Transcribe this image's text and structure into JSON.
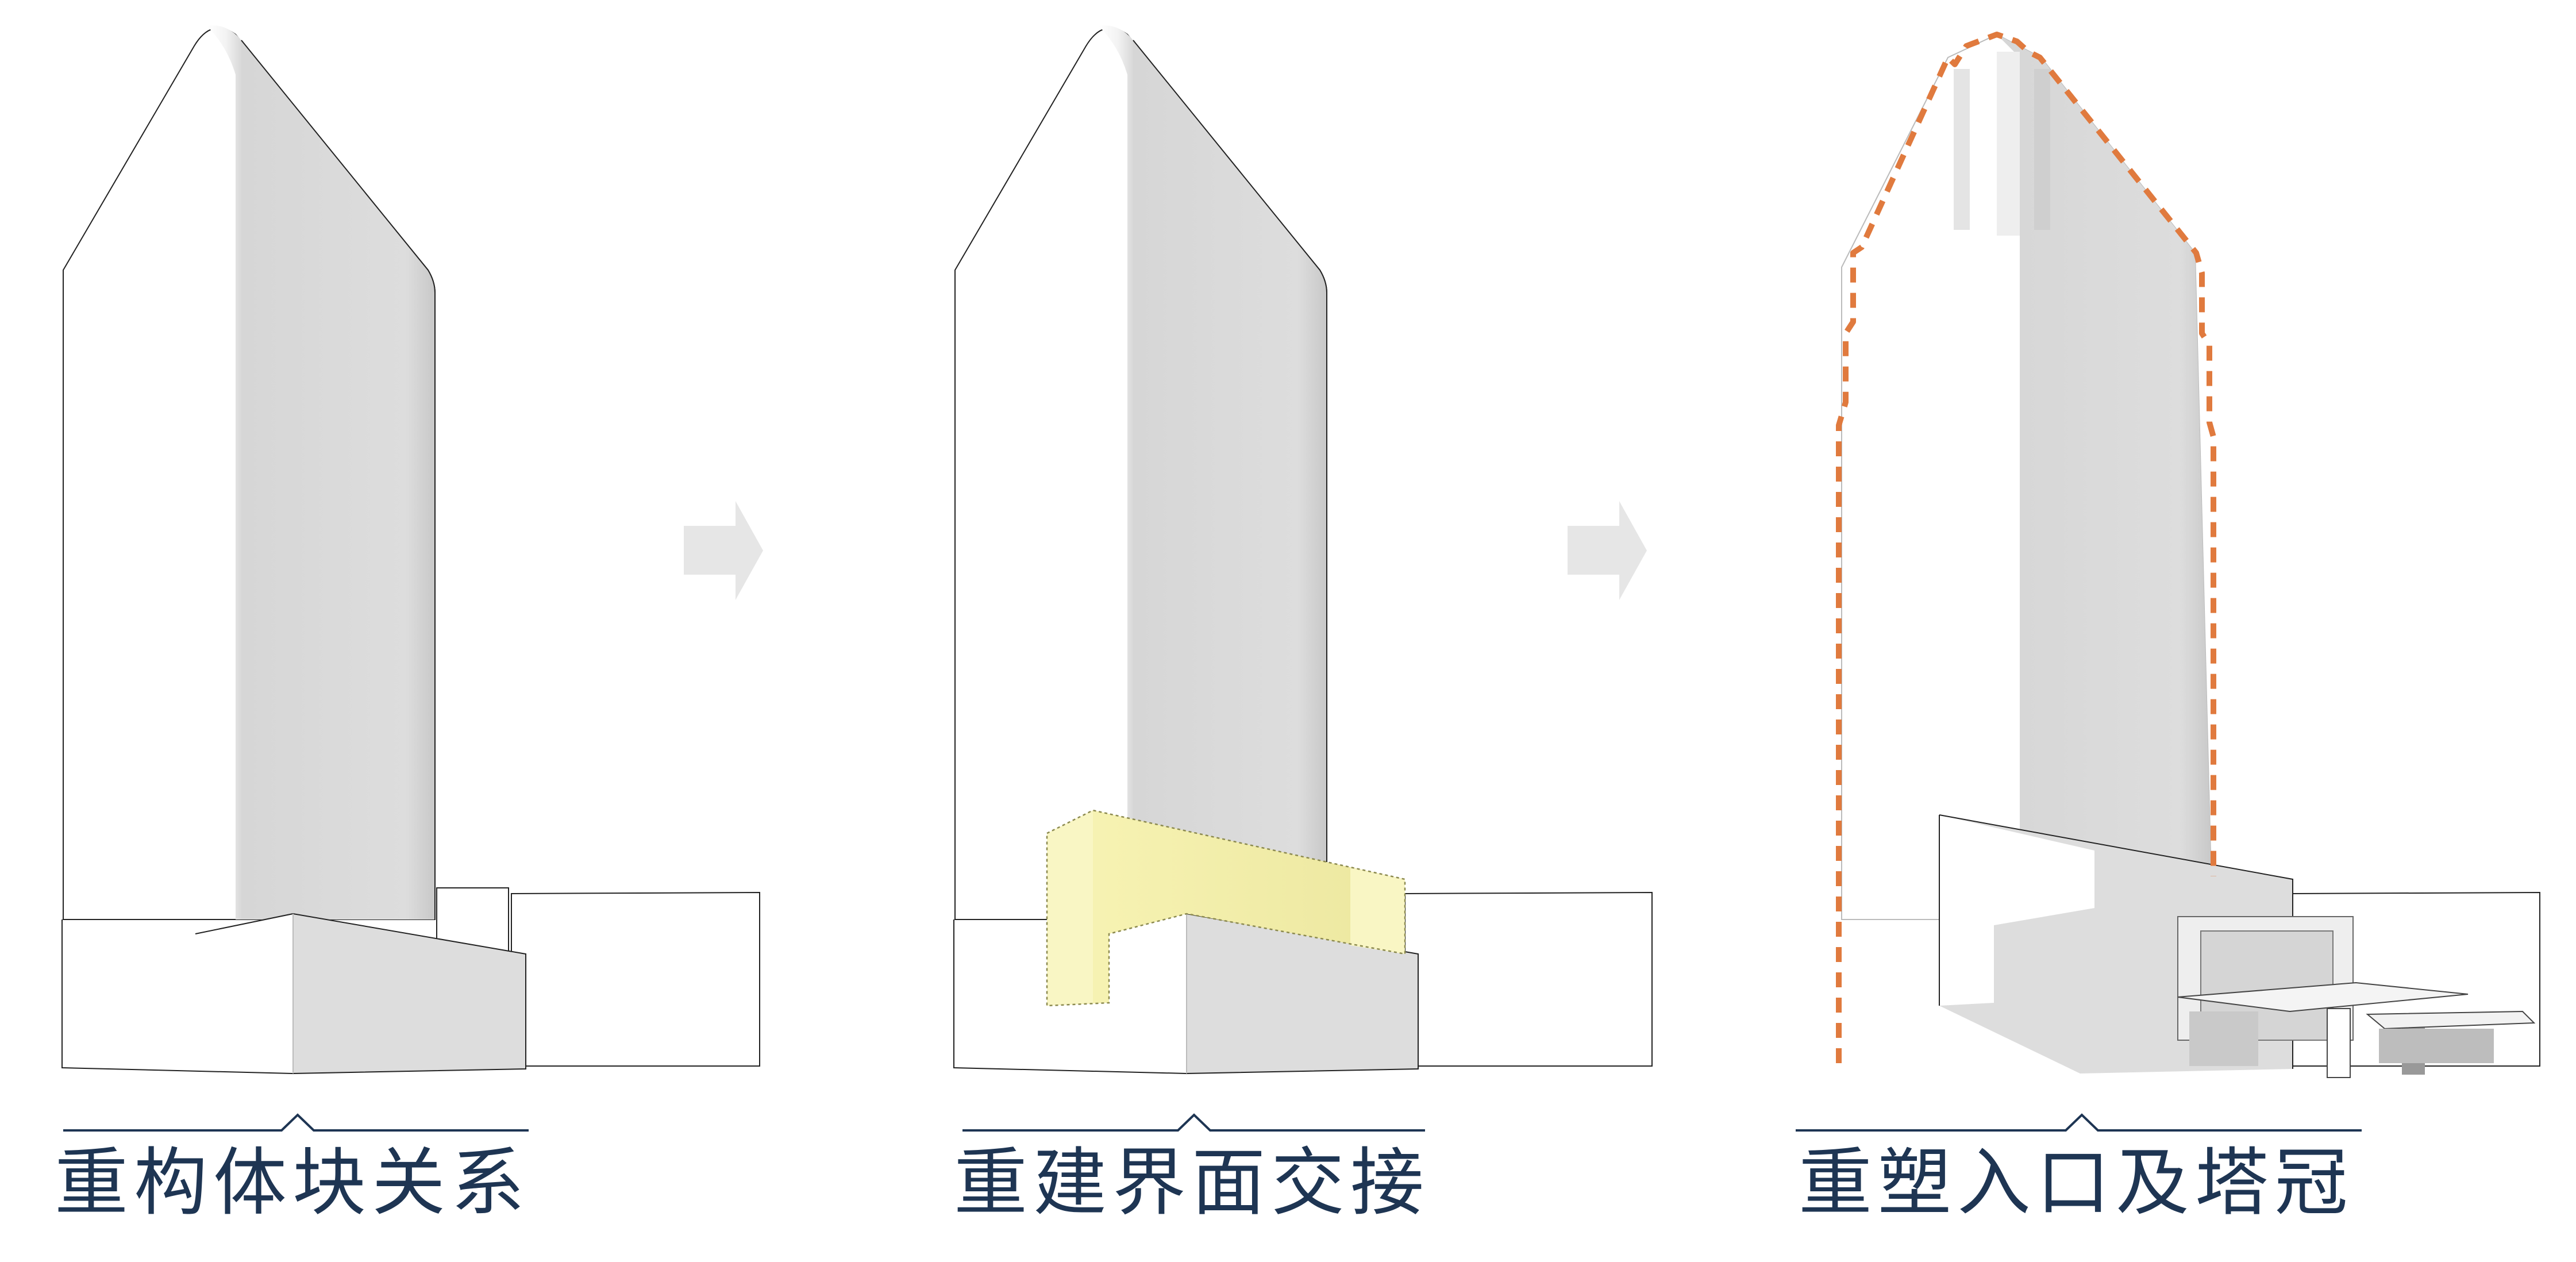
{
  "stages": [
    {
      "caption": "重构体块关系"
    },
    {
      "caption": "重建界面交接"
    },
    {
      "caption": "重塑入口及塔冠"
    }
  ],
  "colors": {
    "caption_text": "#1e3553",
    "underline": "#1e3553",
    "outline": "#222222",
    "tower_light": "#ffffff",
    "tower_shade": "#dcdcdc",
    "arrow": "#e6e6e6",
    "highlight_fill": "#f7f3b0",
    "highlight_side": "#e8e49a",
    "highlight_stroke": "#8c8a50",
    "dashed_outline": "#e07a3e"
  },
  "icons": [
    "right-arrow-icon",
    "right-arrow-icon"
  ]
}
